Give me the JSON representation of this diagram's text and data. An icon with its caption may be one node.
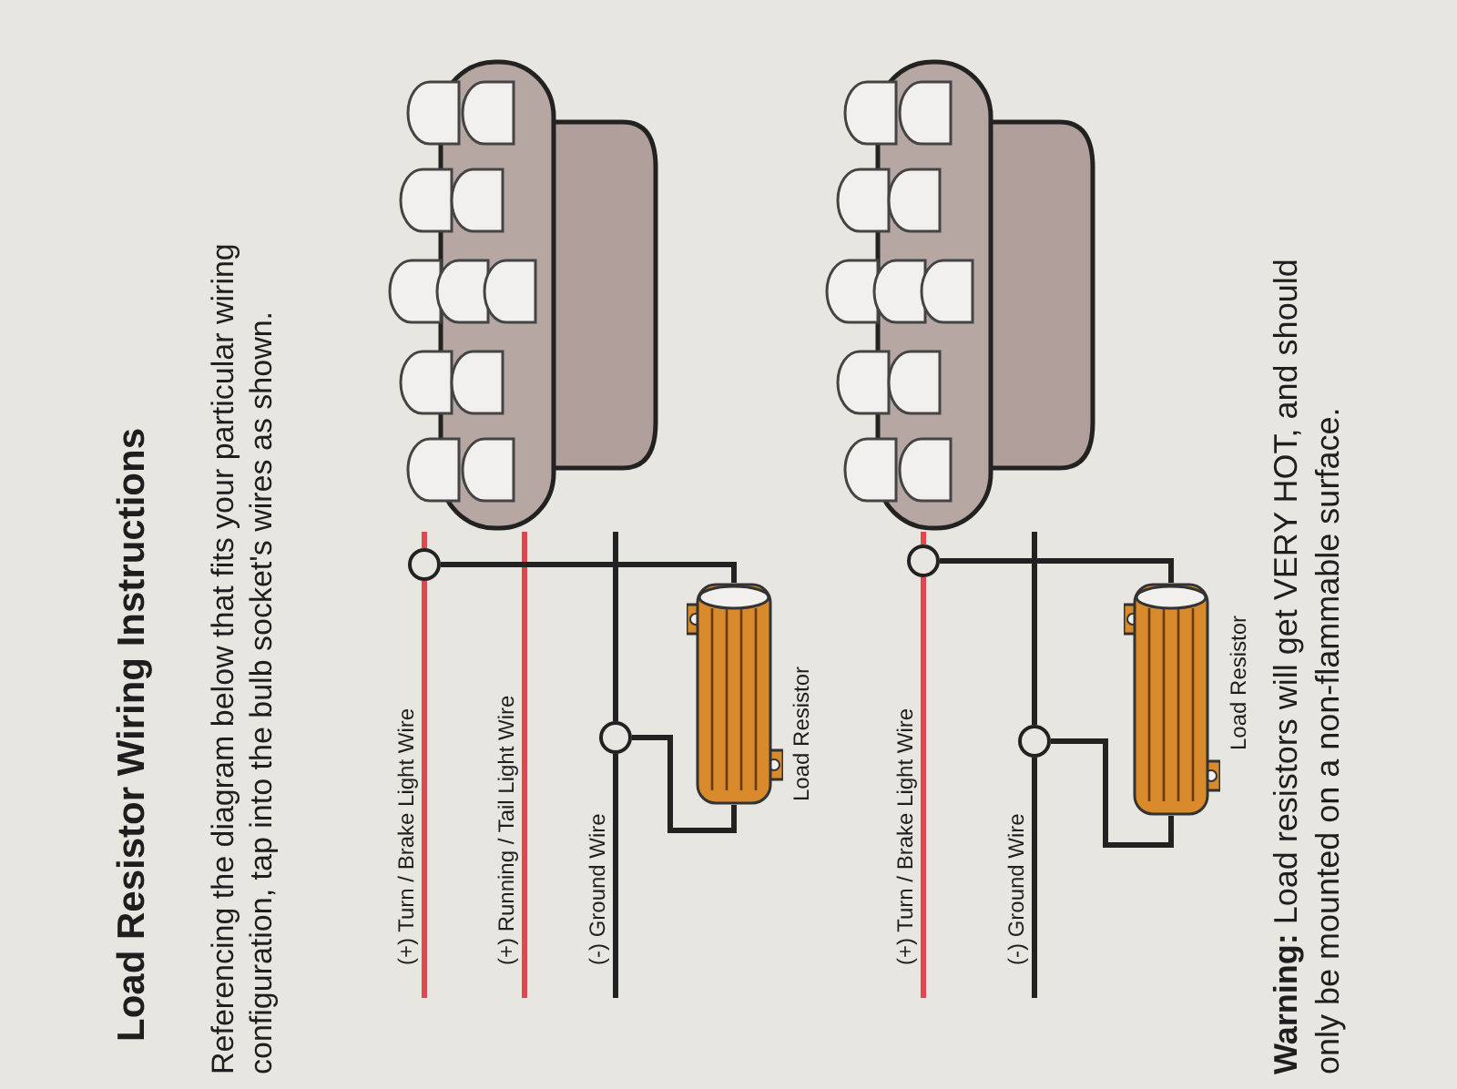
{
  "diagram": {
    "title": "Load Resistor Wiring Instructions",
    "nodes": [
      {
        "text": [],
        "shape": "picture"
      },
      {
        "text": [],
        "shape": "circle"
      },
      {
        "text": [],
        "shape": "circle"
      },
      {
        "text": [
          "Load Resistor"
        ]
      },
      {
        "text": [],
        "shape": "picture"
      },
      {
        "text": [],
        "shape": "circle"
      },
      {
        "text": [],
        "shape": "circle"
      },
      {
        "text": [
          "Load Resistor"
        ]
      }
    ],
    "edges": [
      {
        "from": 0,
        "to": 1,
        "arrow": "none",
        "color": "#e0484f"
      },
      {
        "from": 1,
        "to": null,
        "arrow": "none",
        "label": "(+) Turn / Brake Light Wire",
        "color": "#e0484f"
      },
      {
        "from": 0,
        "to": null,
        "arrow": "none",
        "label": "(+) Running / Tail Light Wire",
        "color": "#e0484f"
      },
      {
        "from": 0,
        "to": 2,
        "arrow": "none"
      },
      {
        "from": 2,
        "to": null,
        "arrow": "none",
        "label": "(-) Ground Wire"
      },
      {
        "from": 1,
        "to": 3,
        "arrow": "none"
      },
      {
        "from": 2,
        "to": 3,
        "arrow": "none"
      },
      {
        "from": 4,
        "to": 5,
        "arrow": "none",
        "color": "#e0484f"
      },
      {
        "from": 5,
        "to": null,
        "arrow": "none",
        "label": "(+) Turn / Brake Light Wire",
        "color": "#e0484f"
      },
      {
        "from": 4,
        "to": 6,
        "arrow": "none"
      },
      {
        "from": 6,
        "to": null,
        "arrow": "none",
        "label": "(-) Ground Wire"
      },
      {
        "from": 5,
        "to": 7,
        "arrow": "none"
      },
      {
        "from": 6,
        "to": 7,
        "arrow": "none"
      }
    ],
    "labels": [
      "Referencing the diagram below that fits your particular wiring configuration, tap into the bulb socket's wires as shown.",
      "**Warning:** Load resistors will get VERY HOT, and should only be mounted on a non-flammable surface."
    ]
  }
}
